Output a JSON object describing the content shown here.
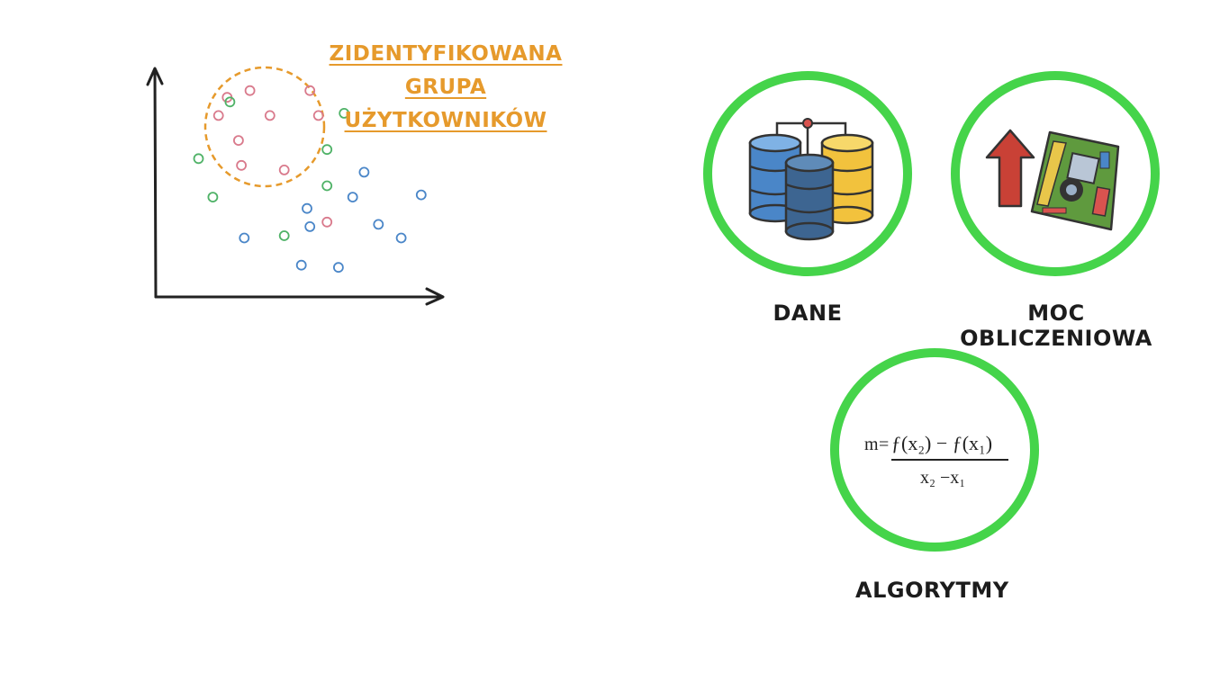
{
  "cluster_title": [
    "ZIDENTYFIKOWANA GRUPA",
    "UŻYTKOWNIKÓW"
  ],
  "colors": {
    "ring": "#45d44a",
    "accent": "#e69a2c",
    "pink": "#d97a8c",
    "green": "#4fb267",
    "blue": "#4a86c8"
  },
  "points": [
    {
      "c": "pink",
      "x": 0.25,
      "y": 0.88
    },
    {
      "c": "pink",
      "x": 0.33,
      "y": 0.91
    },
    {
      "c": "pink",
      "x": 0.54,
      "y": 0.91
    },
    {
      "c": "green",
      "x": 0.26,
      "y": 0.86
    },
    {
      "c": "pink",
      "x": 0.22,
      "y": 0.8
    },
    {
      "c": "pink",
      "x": 0.4,
      "y": 0.8
    },
    {
      "c": "pink",
      "x": 0.57,
      "y": 0.8
    },
    {
      "c": "green",
      "x": 0.66,
      "y": 0.81
    },
    {
      "c": "pink",
      "x": 0.29,
      "y": 0.69
    },
    {
      "c": "green",
      "x": 0.6,
      "y": 0.65
    },
    {
      "c": "green",
      "x": 0.15,
      "y": 0.61
    },
    {
      "c": "pink",
      "x": 0.3,
      "y": 0.58
    },
    {
      "c": "pink",
      "x": 0.45,
      "y": 0.56
    },
    {
      "c": "blue",
      "x": 0.73,
      "y": 0.55
    },
    {
      "c": "green",
      "x": 0.6,
      "y": 0.49
    },
    {
      "c": "green",
      "x": 0.2,
      "y": 0.44
    },
    {
      "c": "blue",
      "x": 0.69,
      "y": 0.44
    },
    {
      "c": "blue",
      "x": 0.93,
      "y": 0.45
    },
    {
      "c": "blue",
      "x": 0.53,
      "y": 0.39
    },
    {
      "c": "pink",
      "x": 0.6,
      "y": 0.33
    },
    {
      "c": "blue",
      "x": 0.54,
      "y": 0.31
    },
    {
      "c": "blue",
      "x": 0.78,
      "y": 0.32
    },
    {
      "c": "blue",
      "x": 0.31,
      "y": 0.26
    },
    {
      "c": "green",
      "x": 0.45,
      "y": 0.27
    },
    {
      "c": "blue",
      "x": 0.86,
      "y": 0.26
    },
    {
      "c": "blue",
      "x": 0.51,
      "y": 0.14
    },
    {
      "c": "blue",
      "x": 0.64,
      "y": 0.13
    }
  ],
  "resources": [
    {
      "label": "DANE",
      "icon": "database-icon"
    },
    {
      "label": "MOC OBLICZENIOWA",
      "icon": "motherboard-arrow-up-icon"
    },
    {
      "label": "ALGORYTMY",
      "icon": "formula-icon"
    }
  ],
  "formula": {
    "m": "m",
    "numerator": "ƒ(x₂) − ƒ(x₁)",
    "denominator": "x₂ −x₁"
  }
}
